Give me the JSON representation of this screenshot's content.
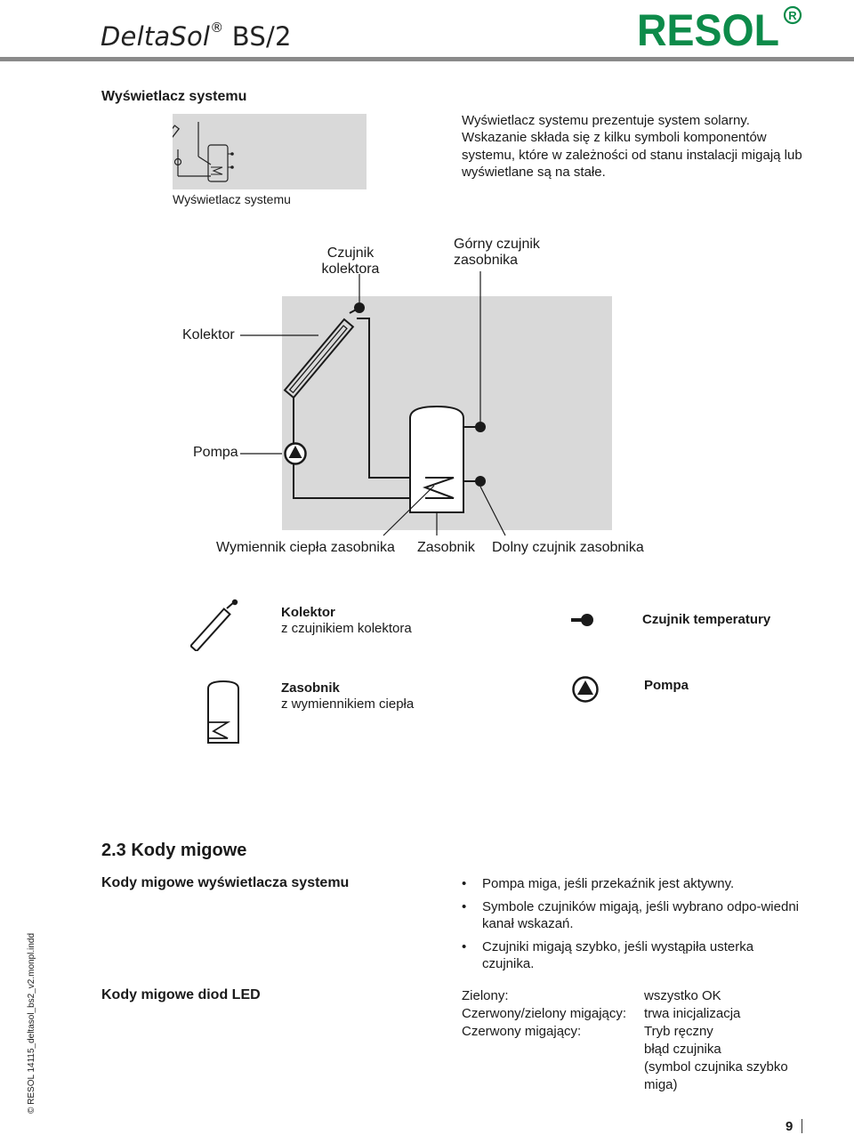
{
  "header": {
    "product_name": "DeltaSol",
    "product_reg": "®",
    "product_model": " BS/2",
    "brand_logo": "RESOL",
    "brand_reg": "R",
    "colors": {
      "logo_green": "#0d8b4a",
      "rule_gray": "#8a8a8a",
      "diagram_bg": "#d9d9d9"
    }
  },
  "system_display": {
    "heading": "Wyświetlacz systemu",
    "image_caption": "Wyświetlacz systemu",
    "description": "Wyświetlacz systemu prezentuje system solarny. Wskazanie składa się z kilku symboli komponentów systemu, które w zależności od stanu instalacji migają lub wyświetlane są na stałe."
  },
  "diagram_labels": {
    "collector_sensor_line1": "Czujnik",
    "collector_sensor_line2": "kolektora",
    "upper_sensor_line1": "Górny czujnik",
    "upper_sensor_line2": "zasobnika",
    "collector": "Kolektor",
    "pump": "Pompa",
    "heat_exchanger": "Wymiennik ciepła zasobnika",
    "store": "Zasobnik",
    "lower_sensor": "Dolny czujnik zasobnika"
  },
  "legend": {
    "collector_title": "Kolektor",
    "collector_sub": "z czujnikiem kolektora",
    "temp_sensor_title": "Czujnik temperatury",
    "store_title": "Zasobnik",
    "store_sub": "z wymiennikiem ciepła",
    "pump_title": "Pompa"
  },
  "section": {
    "heading": "2.3 Kody migowe",
    "system_codes_heading": "Kody migowe wyświetlacza systemu",
    "bullets": [
      "Pompa miga, jeśli przekaźnik jest aktywny.",
      "Symbole czujników migają, jeśli wybrano odpo-wiedni kanał wskazań.",
      "Czujniki migają szybko, jeśli wystąpiła usterka czujnika."
    ],
    "led_codes_heading": "Kody migowe diod LED",
    "led_rows": [
      {
        "key": "Zielony:",
        "value": "wszystko OK"
      },
      {
        "key": "Czerwony/zielony migający:",
        "value": "trwa inicjalizacja"
      },
      {
        "key": "Czerwony migający:",
        "value": "Tryb ręczny"
      },
      {
        "key": "",
        "value": "błąd czujnika"
      },
      {
        "key": "",
        "value": "(symbol czujnika szybko"
      },
      {
        "key": "",
        "value": "miga)"
      }
    ]
  },
  "footer": {
    "side_text": "© RESOL 14115_deltasol_bs2_v2.monpl.indd",
    "page_number": "9"
  }
}
